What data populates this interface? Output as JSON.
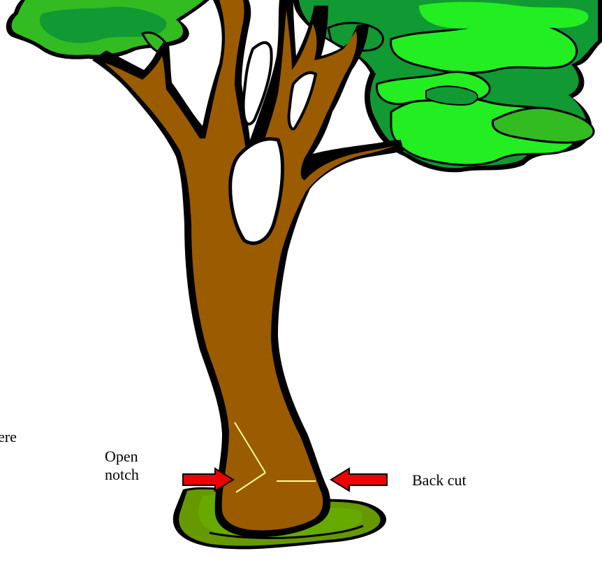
{
  "labels": {
    "open_notch_line1": "Open",
    "open_notch_line2": "notch",
    "back_cut": "Back cut",
    "clipped_text": "here"
  },
  "colors": {
    "trunk": "#9b5b00",
    "outline": "#000000",
    "leaf_light": "#22ee22",
    "leaf_mid": "#33bb22",
    "leaf_dark": "#119933",
    "ground_dark": "#669900",
    "ground_mid": "#66aa00",
    "arrow": "#ee0000",
    "cut_line": "#ffff99"
  }
}
